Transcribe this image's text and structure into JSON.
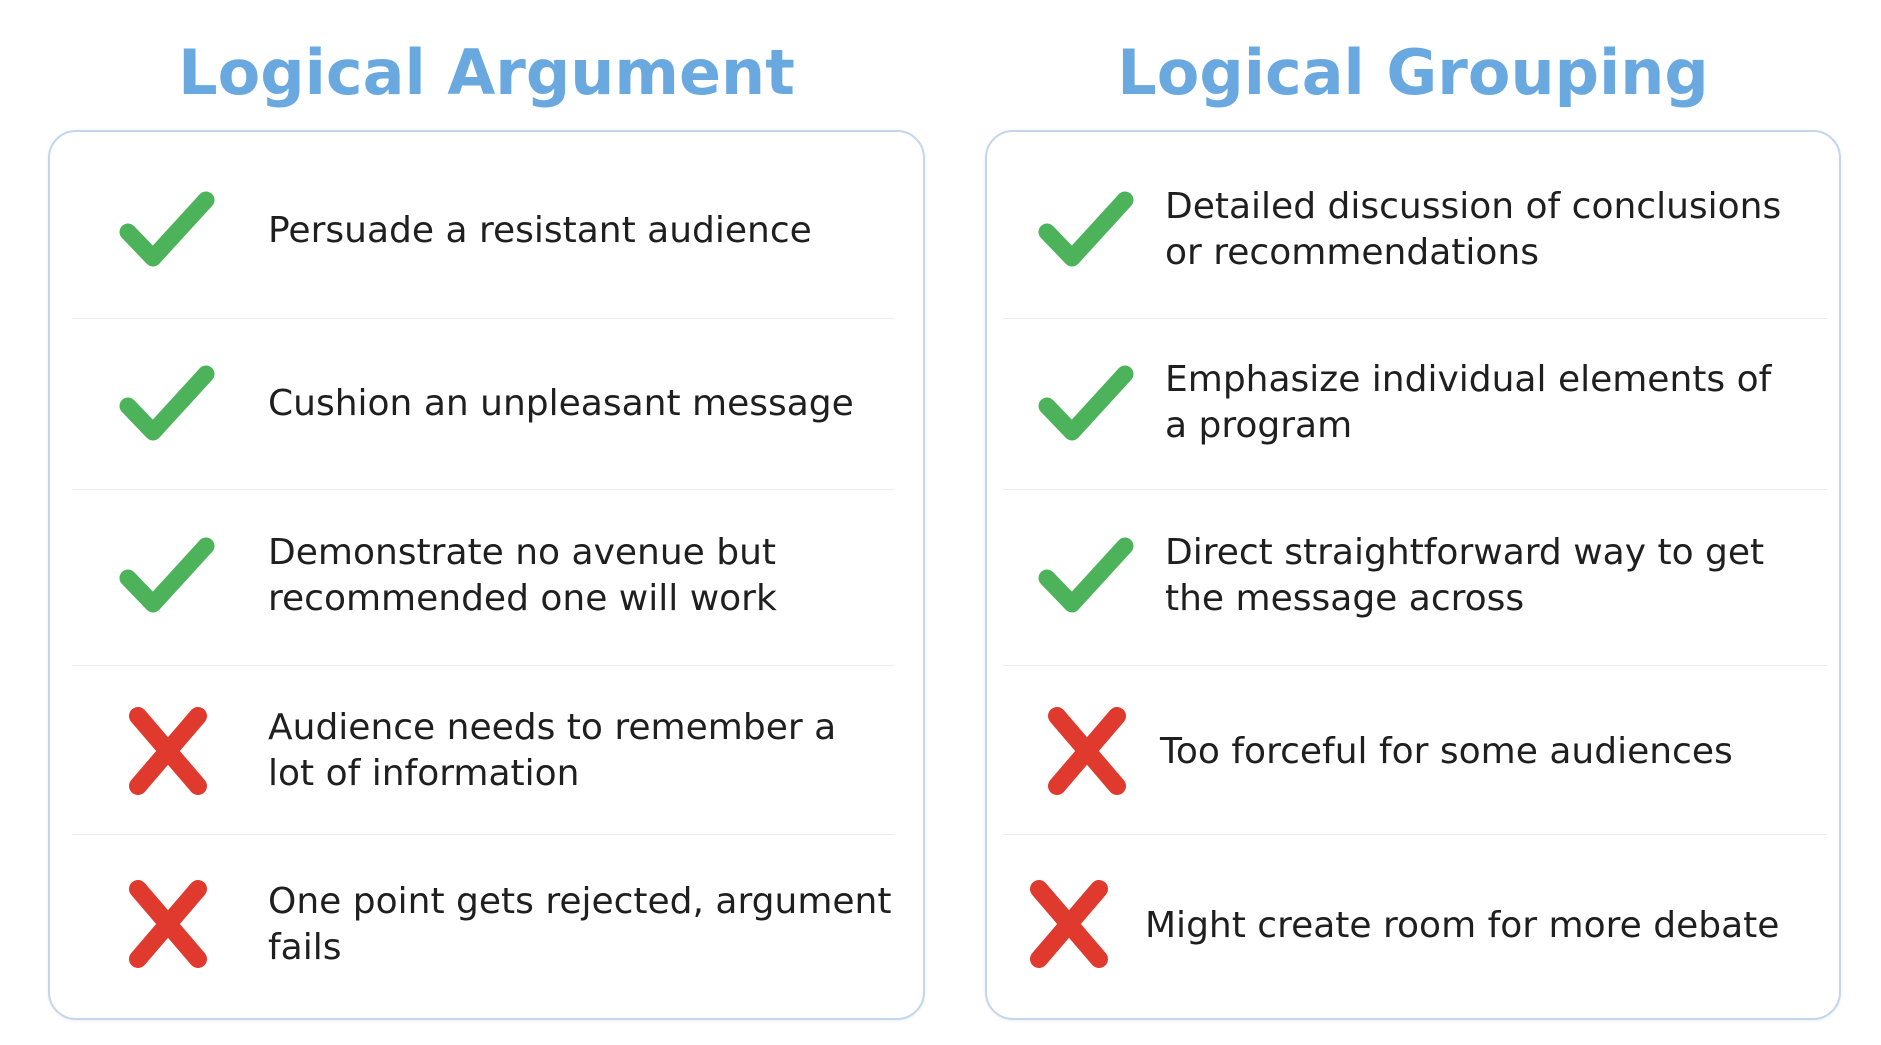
{
  "colors": {
    "title": "#6aa9e0",
    "check": "#4cb35a",
    "cross": "#e03a2e",
    "card_border": "#c5d6ea"
  },
  "left": {
    "title": "Logical Argument",
    "items": [
      {
        "icon": "check-icon",
        "text": "Persuade a resistant audience"
      },
      {
        "icon": "check-icon",
        "text": "Cushion an unpleasant message"
      },
      {
        "icon": "check-icon",
        "text": "Demonstrate no avenue but\nrecommended one will work"
      },
      {
        "icon": "cross-icon",
        "text": "Audience needs to remember a\nlot of information"
      },
      {
        "icon": "cross-icon",
        "text": "One point gets rejected, argument\nfails"
      }
    ]
  },
  "right": {
    "title": "Logical Grouping",
    "items": [
      {
        "icon": "check-icon",
        "text": "Detailed discussion of conclusions\nor recommendations"
      },
      {
        "icon": "check-icon",
        "text": "Emphasize individual elements of\na program"
      },
      {
        "icon": "check-icon",
        "text": "Direct straightforward way to get\nthe message across"
      },
      {
        "icon": "cross-icon",
        "text": "Too forceful for some audiences"
      },
      {
        "icon": "cross-icon",
        "text": "Might create room for more debate"
      }
    ]
  }
}
